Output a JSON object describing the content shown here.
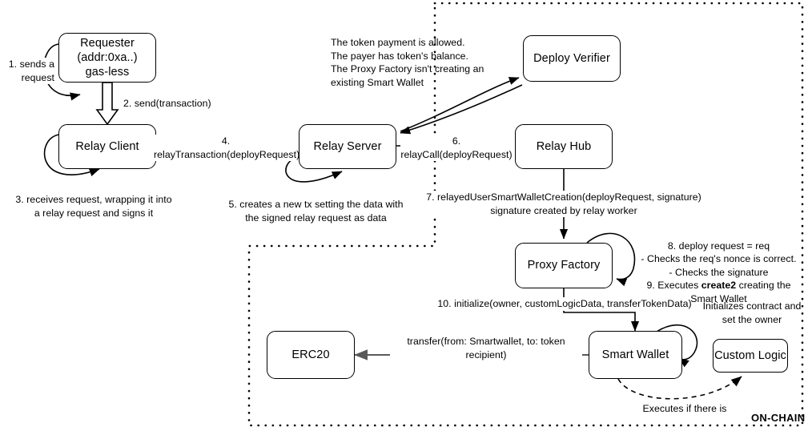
{
  "diagram": {
    "title_zone": "ON-CHAIN",
    "nodes": [
      {
        "id": "requester",
        "label": "Requester\n(addr:0xa..)\ngas-less"
      },
      {
        "id": "relay_client",
        "label": "Relay Client"
      },
      {
        "id": "relay_server",
        "label": "Relay Server"
      },
      {
        "id": "relay_hub",
        "label": "Relay Hub"
      },
      {
        "id": "deploy_verifier",
        "label": "Deploy Verifier"
      },
      {
        "id": "proxy_factory",
        "label": "Proxy Factory"
      },
      {
        "id": "smart_wallet",
        "label": "Smart Wallet"
      },
      {
        "id": "erc20",
        "label": "ERC20"
      },
      {
        "id": "custom_logic",
        "label": "Custom Logic"
      }
    ],
    "edge_labels": {
      "step1": "1. sends a\nrequest",
      "step2": "2. send(transaction)",
      "step3": "3. receives request, wrapping it into\na relay request and signs it",
      "step4": "4. relayTransaction(deployRequest)",
      "step5": "5. creates a new tx setting the data with\nthe signed relay request as data",
      "step6": "6. relayCall(deployRequest)",
      "step7": "7. relayedUserSmartWalletCreation(deployRequest, signature)\nsignature created by relay worker",
      "step10": "10. initialize(owner, customLogicData, transferTokenData)",
      "transfer": "transfer(from: Smartwallet, to: token recipient)",
      "executes_if": "Executes if there is"
    },
    "notes": {
      "verifier_checks": "The token payment is allowed.\nThe payer has token's balance.\nThe Proxy Factory isn't creating an\nexisting Smart Wallet",
      "factory_checks_pre": "8. deploy request = req\n- Checks the req's nonce is correct.\n- Checks the signature\n9. Executes ",
      "factory_checks_bold": "create2",
      "factory_checks_post": " creating the\nSmart Wallet",
      "initializes": "Initializes contract and\nset the owner"
    },
    "colors": {
      "stroke": "#000000",
      "gray_arrow": "#595959",
      "background": "#ffffff",
      "zone_border": "#000000"
    }
  }
}
